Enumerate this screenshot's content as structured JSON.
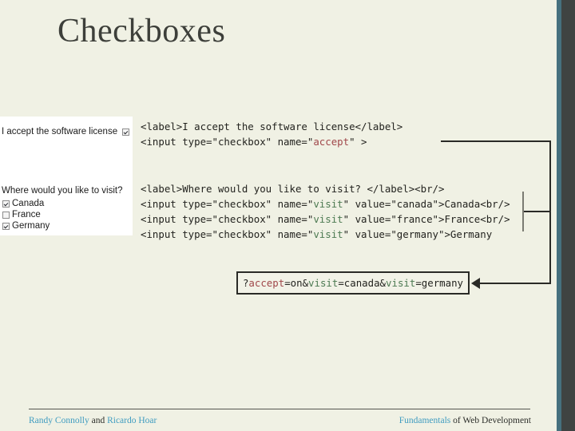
{
  "slide": {
    "title": "Checkboxes",
    "background_color": "#f0f1e4",
    "accent_teal": "#46707e",
    "accent_dark": "#3f4342"
  },
  "form_panel": {
    "accept_label": "I accept the software license",
    "accept_checked": true,
    "visit_question": "Where would you like to visit?",
    "options": [
      {
        "label": "Canada",
        "checked": true
      },
      {
        "label": "France",
        "checked": false
      },
      {
        "label": "Germany",
        "checked": true
      }
    ]
  },
  "code_block_accept": {
    "line1_a": "<label>I accept the software license</label>",
    "line2_a": "<input type=\"checkbox\" name=\"",
    "line2_kw": "accept",
    "line2_b": "\" >"
  },
  "code_block_visit": {
    "line1": "<label>Where would you like to visit? </label><br/>",
    "line2_a": "<input type=\"checkbox\" name=\"",
    "line2_kw": "visit",
    "line2_b": "\" value=\"canada\">Canada<br/>",
    "line3_a": "<input type=\"checkbox\" name=\"",
    "line3_kw": "visit",
    "line3_b": "\" value=\"france\">France<br/>",
    "line4_a": "<input type=\"checkbox\" name=\"",
    "line4_kw": "visit",
    "line4_b": "\" value=\"germany\">Germany"
  },
  "query_string": {
    "prefix": "?",
    "key_accept": "accept",
    "mid1": "=on&",
    "key_visit1": "visit",
    "mid2": "=canada&",
    "key_visit2": "visit",
    "suffix": "=germany"
  },
  "syntax_colors": {
    "red_keyword": "#a0474a",
    "green_keyword": "#4d7a52",
    "code_text": "#23231f"
  },
  "footer": {
    "authors_a": "Randy Connolly",
    "authors_mid": " and ",
    "authors_b": "Ricardo Hoar",
    "book_a": "Fundamentals",
    "book_b": " of Web Development",
    "link_color": "#3f9cc0"
  }
}
